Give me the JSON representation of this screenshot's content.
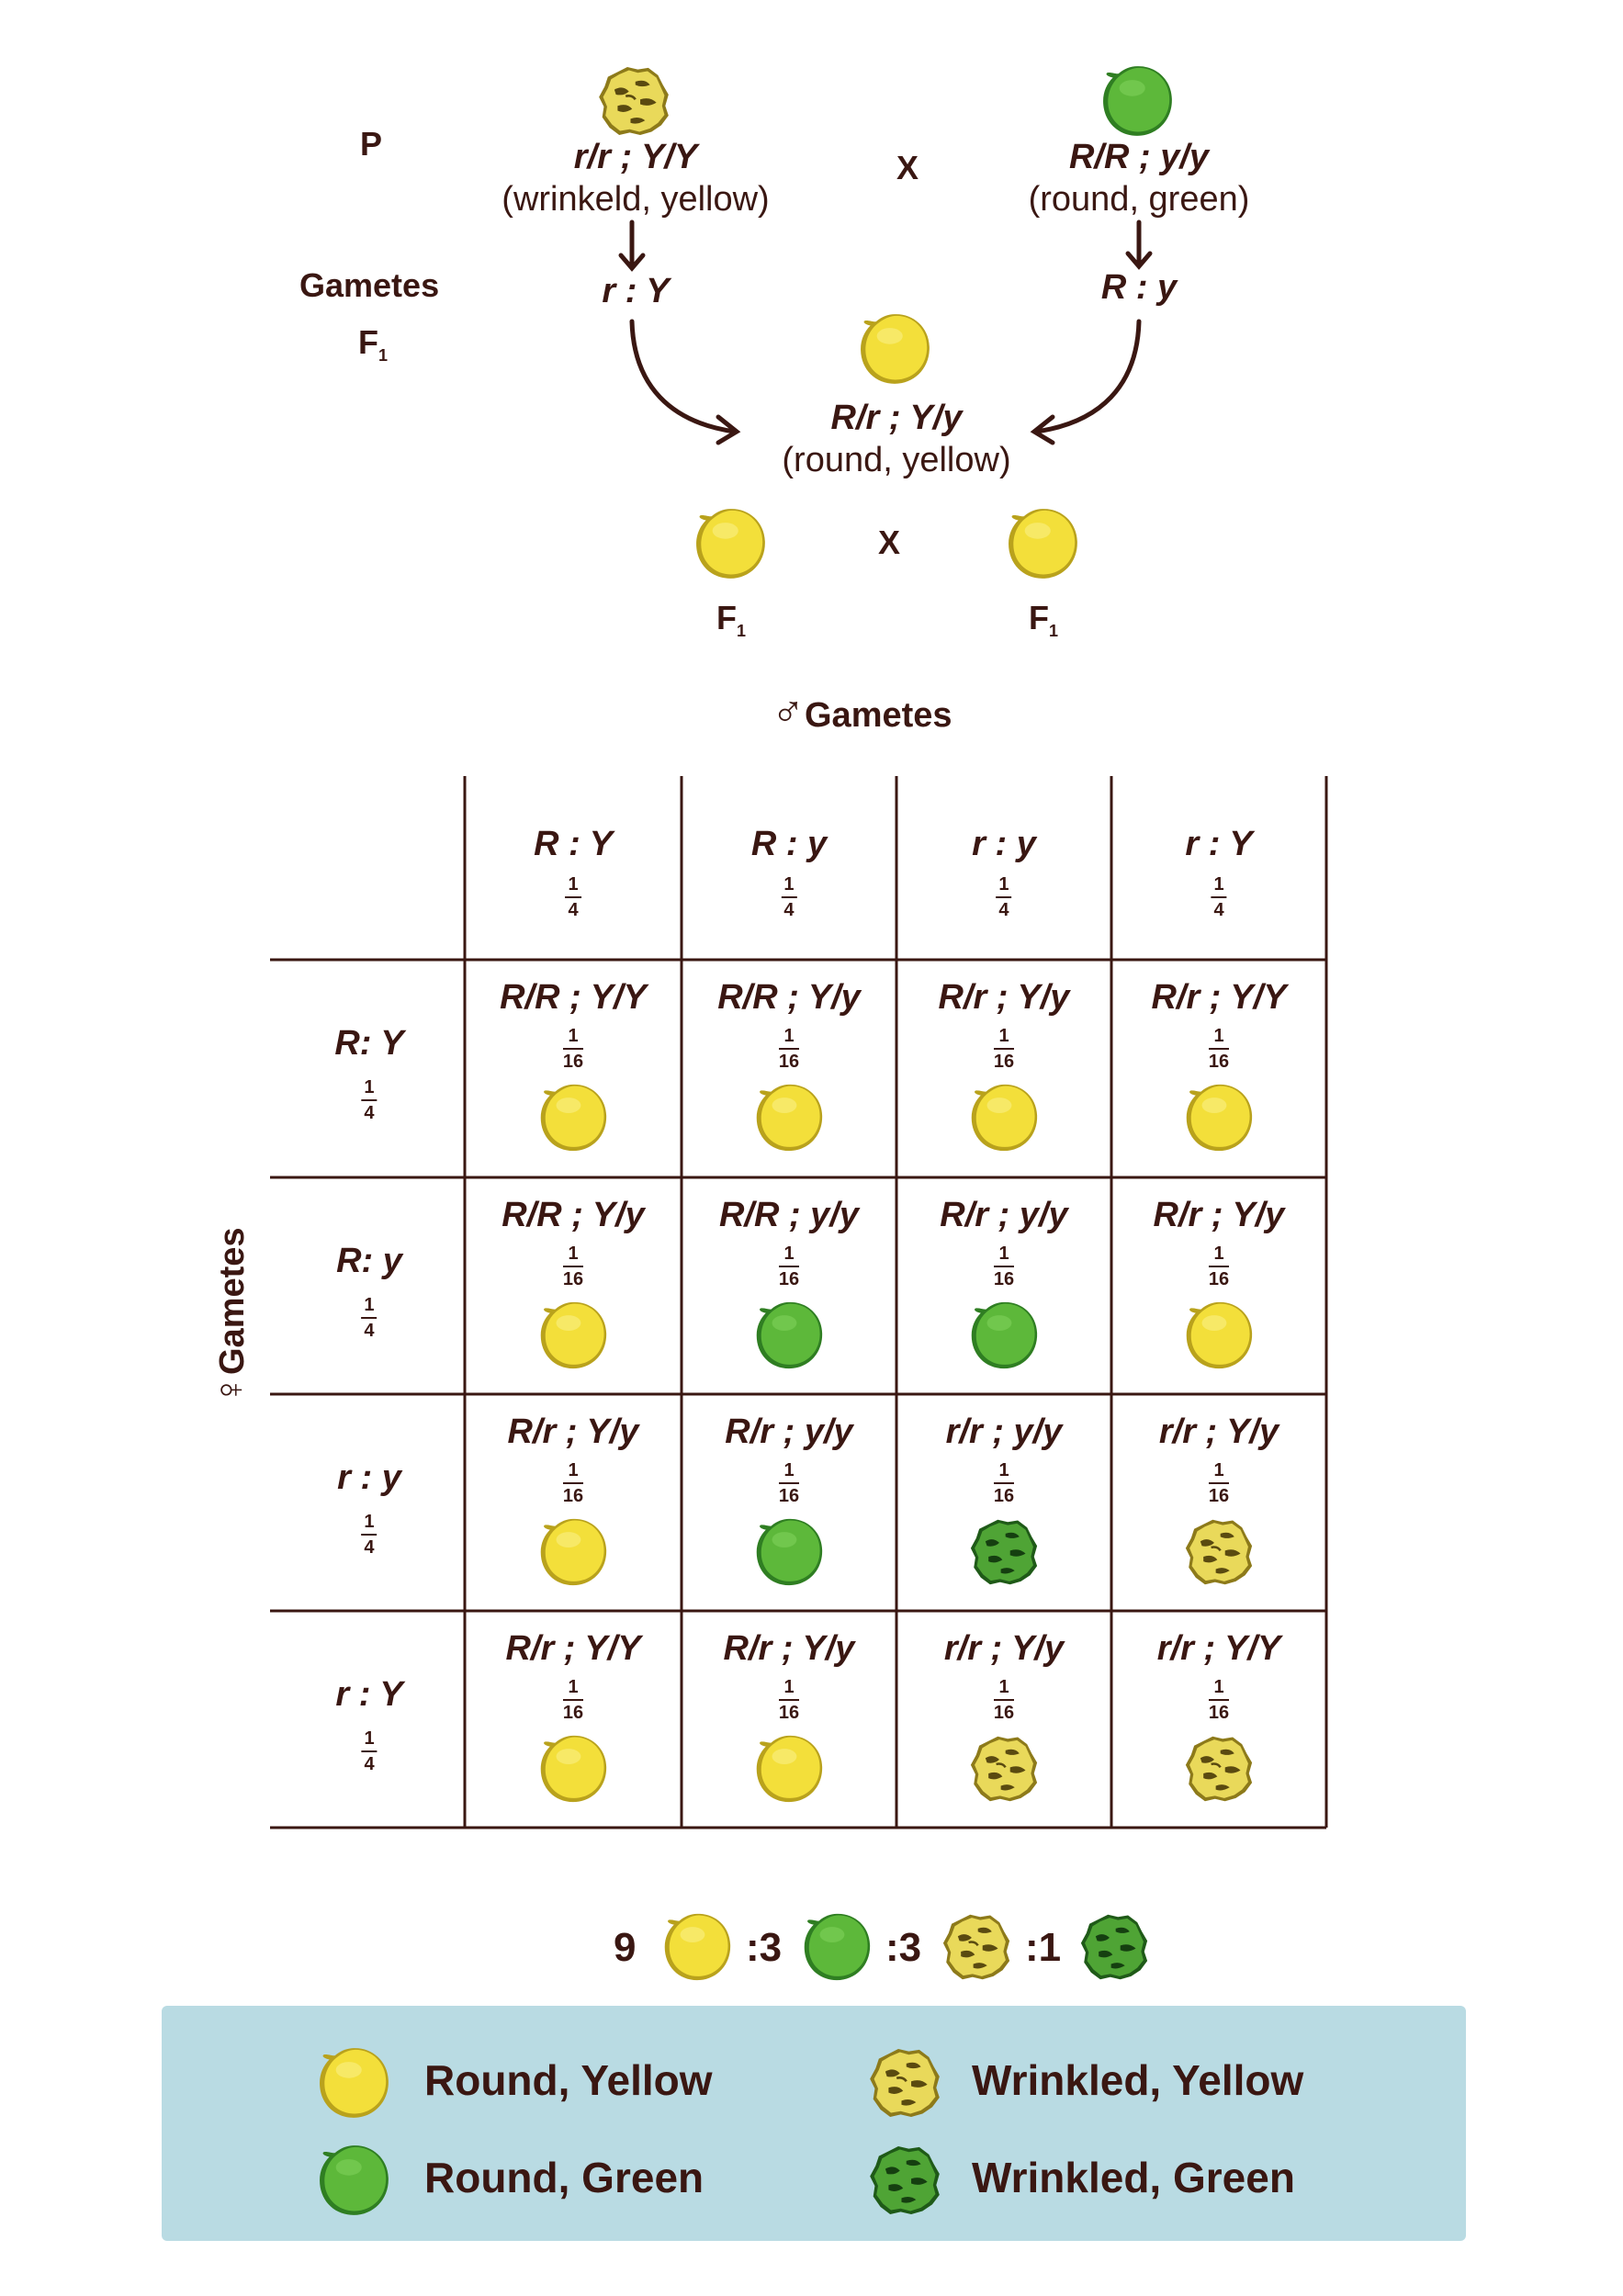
{
  "cross": {
    "p_label": "P",
    "gametes_label": "Gametes",
    "f1_label_left": "F",
    "f1_sub": "1",
    "cross_symbol": "X",
    "parent1": {
      "genotype": "r/r ; Y/Y",
      "phenotype": "(wrinkeld, yellow)",
      "gamete": "r : Y",
      "pea": "wrinkled-yellow"
    },
    "parent2": {
      "genotype": "R/R ; y/y",
      "phenotype": "(round, green)",
      "gamete": "R : y",
      "pea": "round-green"
    },
    "offspring": {
      "genotype": "R/r ; Y/y",
      "phenotype": "(round, yellow)",
      "pea": "round-yellow"
    },
    "f1_left": "F",
    "f1_right": "F"
  },
  "punnett": {
    "male_label": "Gametes",
    "female_label": "Gametes",
    "male_symbol": "♂",
    "female_symbol": "♀",
    "columns": [
      {
        "label": "R : Y",
        "num": "1",
        "den": "4"
      },
      {
        "label": "R : y",
        "num": "1",
        "den": "4"
      },
      {
        "label": "r : y",
        "num": "1",
        "den": "4"
      },
      {
        "label": "r : Y",
        "num": "1",
        "den": "4"
      }
    ],
    "rows": [
      {
        "label": "R: Y",
        "num": "1",
        "den": "4"
      },
      {
        "label": "R: y",
        "num": "1",
        "den": "4"
      },
      {
        "label": "r : y",
        "num": "1",
        "den": "4"
      },
      {
        "label": "r : Y",
        "num": "1",
        "den": "4"
      }
    ],
    "cells": [
      [
        {
          "g": "R/R ; Y/Y",
          "num": "1",
          "den": "16",
          "pea": "round-yellow"
        },
        {
          "g": "R/R ; Y/y",
          "num": "1",
          "den": "16",
          "pea": "round-yellow"
        },
        {
          "g": "R/r ; Y/y",
          "num": "1",
          "den": "16",
          "pea": "round-yellow"
        },
        {
          "g": "R/r ; Y/Y",
          "num": "1",
          "den": "16",
          "pea": "round-yellow"
        }
      ],
      [
        {
          "g": "R/R ; Y/y",
          "num": "1",
          "den": "16",
          "pea": "round-yellow"
        },
        {
          "g": "R/R ; y/y",
          "num": "1",
          "den": "16",
          "pea": "round-green"
        },
        {
          "g": "R/r ; y/y",
          "num": "1",
          "den": "16",
          "pea": "round-green"
        },
        {
          "g": "R/r ; Y/y",
          "num": "1",
          "den": "16",
          "pea": "round-yellow"
        }
      ],
      [
        {
          "g": "R/r ; Y/y",
          "num": "1",
          "den": "16",
          "pea": "round-yellow"
        },
        {
          "g": "R/r ; y/y",
          "num": "1",
          "den": "16",
          "pea": "round-green"
        },
        {
          "g": "r/r ; y/y",
          "num": "1",
          "den": "16",
          "pea": "wrinkled-green"
        },
        {
          "g": "r/r ; Y/y",
          "num": "1",
          "den": "16",
          "pea": "wrinkled-yellow"
        }
      ],
      [
        {
          "g": "R/r ; Y/Y",
          "num": "1",
          "den": "16",
          "pea": "round-yellow"
        },
        {
          "g": "R/r ; Y/y",
          "num": "1",
          "den": "16",
          "pea": "round-yellow"
        },
        {
          "g": "r/r ; Y/y",
          "num": "1",
          "den": "16",
          "pea": "wrinkled-yellow"
        },
        {
          "g": "r/r ; Y/Y",
          "num": "1",
          "den": "16",
          "pea": "wrinkled-yellow"
        }
      ]
    ]
  },
  "ratio": {
    "n1": "9",
    "n2": ":3",
    "n3": ":3",
    "n4": ":1"
  },
  "legend": [
    {
      "label": "Round, Yellow",
      "pea": "round-yellow"
    },
    {
      "label": "Wrinkled, Yellow",
      "pea": "wrinkled-yellow"
    },
    {
      "label": "Round, Green",
      "pea": "round-green"
    },
    {
      "label": "Wrinkled, Green",
      "pea": "wrinkled-green"
    }
  ],
  "colors": {
    "text": "#3a1712",
    "yellow": "#f3df3a",
    "green": "#5db83a",
    "legend_bg": "#b9dbe3"
  }
}
